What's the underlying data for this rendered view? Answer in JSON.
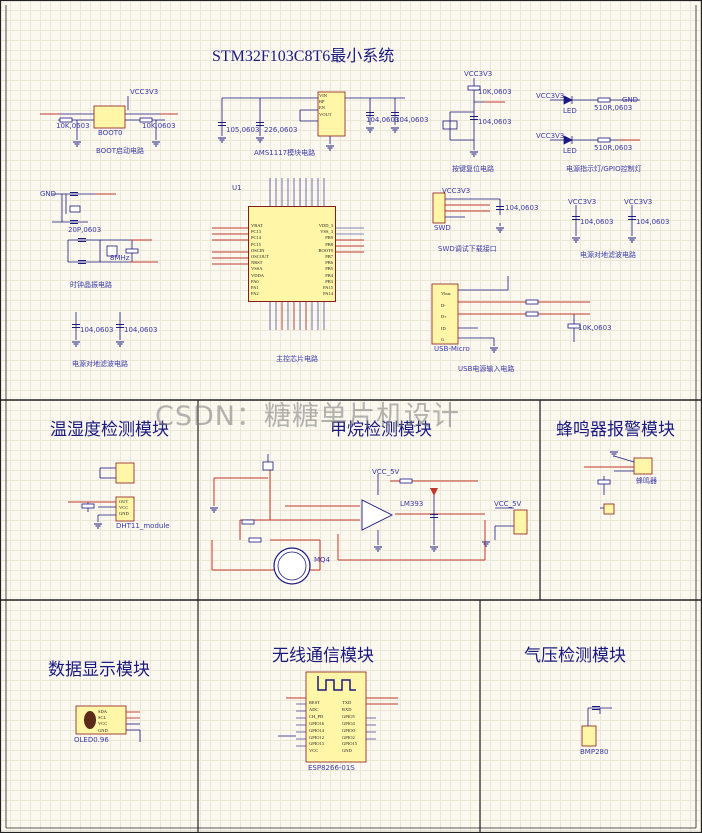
{
  "main_title": "STM32F103C8T6最小系统",
  "watermark": "CSDN：糖糖单片机设计",
  "sections": {
    "boot": "BOOT启动电路",
    "ams1117": "AMS1117模块电路",
    "reset": "按键复位电路",
    "led": "电源指示灯/GPIO控制灯",
    "clock": "时钟晶振电路",
    "swd": "SWD调试下载接口",
    "filter_right": "电源对地滤波电路",
    "filter_left": "电源对地滤波电路",
    "mcu": "主控芯片电路",
    "usb": "USB电源输入电路"
  },
  "modules": {
    "temp_humidity": "温湿度检测模块",
    "smoke": "甲烷检测模块",
    "buzzer": "蜂鸣器报警模块",
    "display": "数据显示模块",
    "wireless": "无线通信模块",
    "pressure": "气压检测模块"
  },
  "chips": {
    "u1_ref": "U1",
    "mcu_left_pins": [
      "VBAT",
      "PC13",
      "PC14",
      "PC15",
      "OSCIN",
      "OSCOUT",
      "NRST",
      "VSSA",
      "VDDA",
      "PA0",
      "PA1",
      "PA2"
    ],
    "mcu_right_pins": [
      "VDD_3",
      "VSS_3",
      "PB9",
      "PB8",
      "BOOT0",
      "PB7",
      "PB6",
      "PB5",
      "PB4",
      "PB3",
      "PA15",
      "PA14"
    ],
    "usb_pins": [
      "Vbus",
      "D-",
      "D+",
      "ID",
      "G"
    ],
    "usb_part": "USB-Micro",
    "swd_part": "SWD",
    "esp_part": "ESP8266-01S",
    "esp_left_pins": [
      "REST",
      "ADC",
      "CH_PD",
      "GPIO16",
      "GPIO14",
      "GPIO12",
      "GPIO13",
      "VCC"
    ],
    "esp_right_pins": [
      "TXD",
      "RXD",
      "GPIO5",
      "GPIO4",
      "GPIO0",
      "GPIO2",
      "GPIO15",
      "GND"
    ],
    "oled_part": "OLED0.96",
    "oled_pins": [
      "SDA",
      "SCL",
      "VCC",
      "GND"
    ],
    "dht_part": "DHT11_module",
    "dht_pins": [
      "OUT",
      "VCC",
      "GND"
    ],
    "lm393_part": "LM393",
    "mq_part": "MQ4",
    "buzzer_part": "蜂鸣器",
    "bmp_part": "BMP280",
    "ams_pins": [
      "VIN",
      "BP",
      "EN",
      "VOUT"
    ],
    "boot_ref": "BOOT0",
    "led_ref": "LED",
    "crystal_ref": "8MHz",
    "res_10k": "10K,0603",
    "res_510r": "510R,0603",
    "cap_104": "104,0603",
    "cap_20p": "20P,0603",
    "cap_105": "105,0603",
    "cap_226": "226,0603",
    "vcc_33": "VCC3V3",
    "vcc_5v": "VCC_5V",
    "gnd": "GND"
  }
}
